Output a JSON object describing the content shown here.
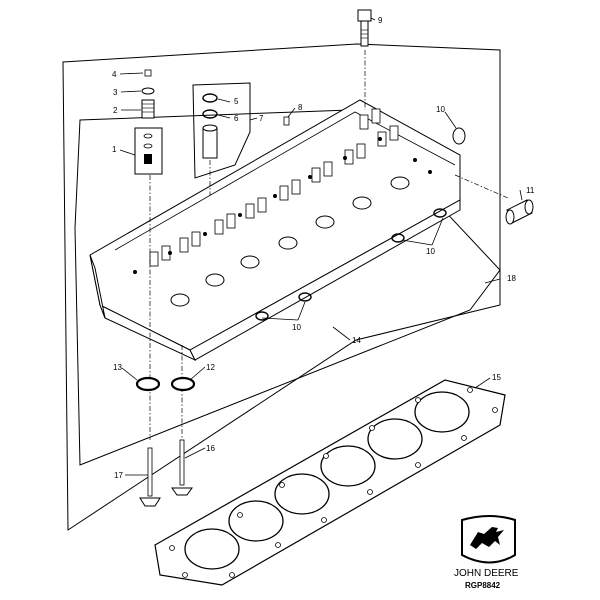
{
  "callouts": {
    "c1": "1",
    "c2": "2",
    "c3": "3",
    "c4": "4",
    "c5": "5",
    "c6": "6",
    "c7": "7",
    "c8": "8",
    "c9": "9",
    "c10a": "10",
    "c10b": "10",
    "c10c": "10",
    "c11": "11",
    "c12": "12",
    "c13": "13",
    "c14": "14",
    "c15": "15",
    "c16": "16",
    "c17": "17",
    "c18": "18"
  },
  "logo": {
    "brand": "JOHN DEERE",
    "code": "RGP8842"
  },
  "icons": {
    "logo": "john-deere-deer-logo-icon"
  }
}
